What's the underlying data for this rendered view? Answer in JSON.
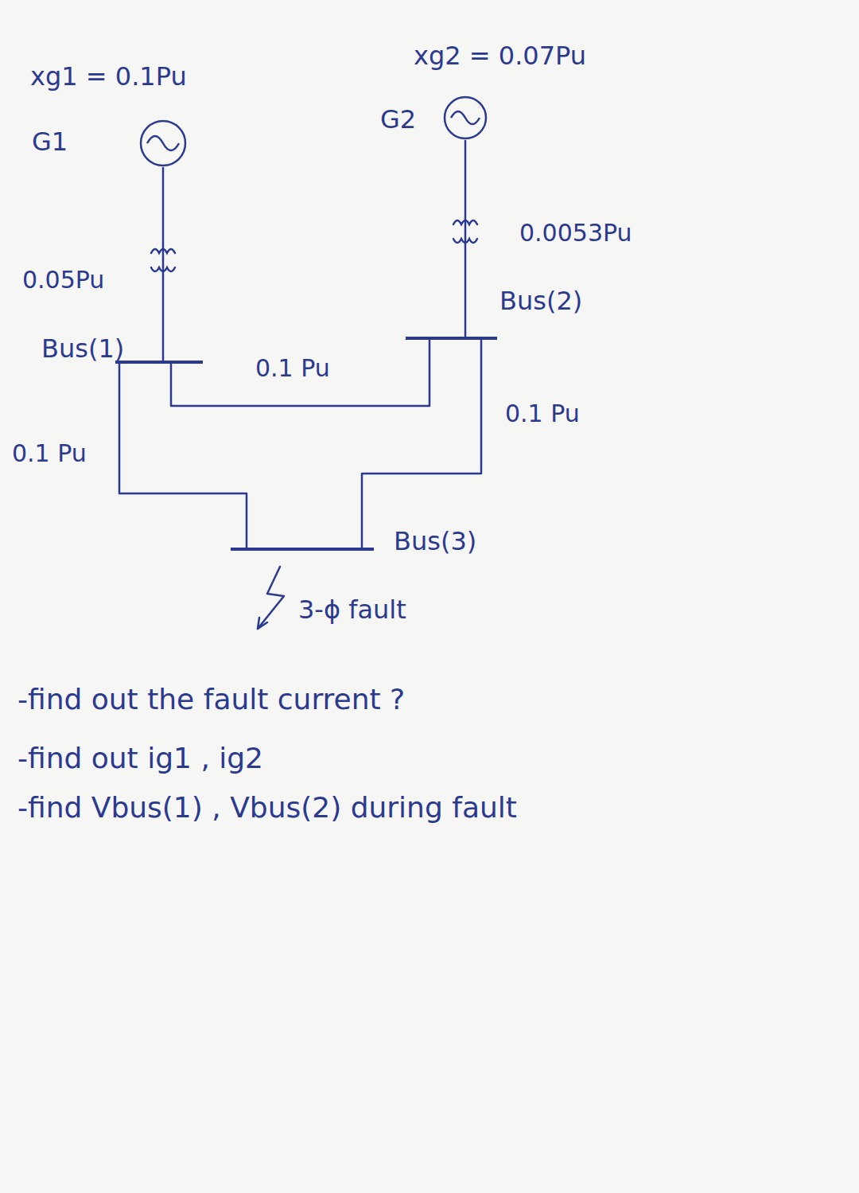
{
  "diagram": {
    "nodes": [
      {
        "text": [
          "xg1 = 0.1Pu",
          "G1"
        ]
      },
      {
        "text": [
          "xg2 = 0.07Pu",
          "G2"
        ]
      },
      {
        "text": [
          "Bus(1)"
        ]
      },
      {
        "text": [
          "Bus(2)"
        ]
      },
      {
        "text": [
          "Bus(3)"
        ]
      }
    ],
    "edges": [
      {
        "from": 0,
        "to": 2,
        "arrow": "none",
        "label": "0.05Pu"
      },
      {
        "from": 1,
        "to": 3,
        "arrow": "none",
        "label": "0.0053Pu"
      },
      {
        "from": 2,
        "to": 3,
        "arrow": "none",
        "label": "0.1 Pu"
      },
      {
        "from": 2,
        "to": 4,
        "arrow": "none",
        "label": "0.1 Pu"
      },
      {
        "from": 3,
        "to": 4,
        "arrow": "none",
        "label": "0.1 Pu"
      }
    ],
    "labels": [
      "3-ϕ fault",
      "-find out the fault current ?",
      "-find out ig1 , ig2",
      "-find Vbus(1) , Vbus(2) during fault"
    ]
  }
}
